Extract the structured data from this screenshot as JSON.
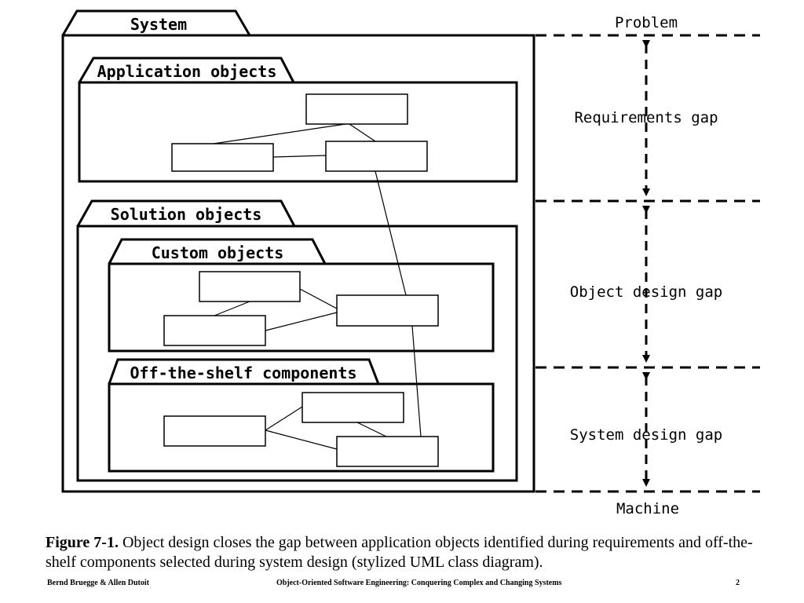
{
  "packages": {
    "system": "System",
    "application_objects": "Application objects",
    "solution_objects": "Solution objects",
    "custom_objects": "Custom objects",
    "off_the_shelf": "Off-the-shelf components"
  },
  "levels": {
    "problem": "Problem",
    "machine": "Machine"
  },
  "gaps": {
    "requirements": "Requirements gap",
    "object_design": "Object design gap",
    "system_design": "System design gap"
  },
  "caption": {
    "label": "Figure 7-1.",
    "text": " Object design closes the gap between application objects identified during requirements and off-the-shelf components selected during system design (stylized UML class diagram)."
  },
  "footer": {
    "authors": "Bernd Bruegge & Allen Dutoit",
    "book_title": "Object-Oriented Software Engineering: Conquering Complex and Changing Systems",
    "page_number": "2"
  }
}
